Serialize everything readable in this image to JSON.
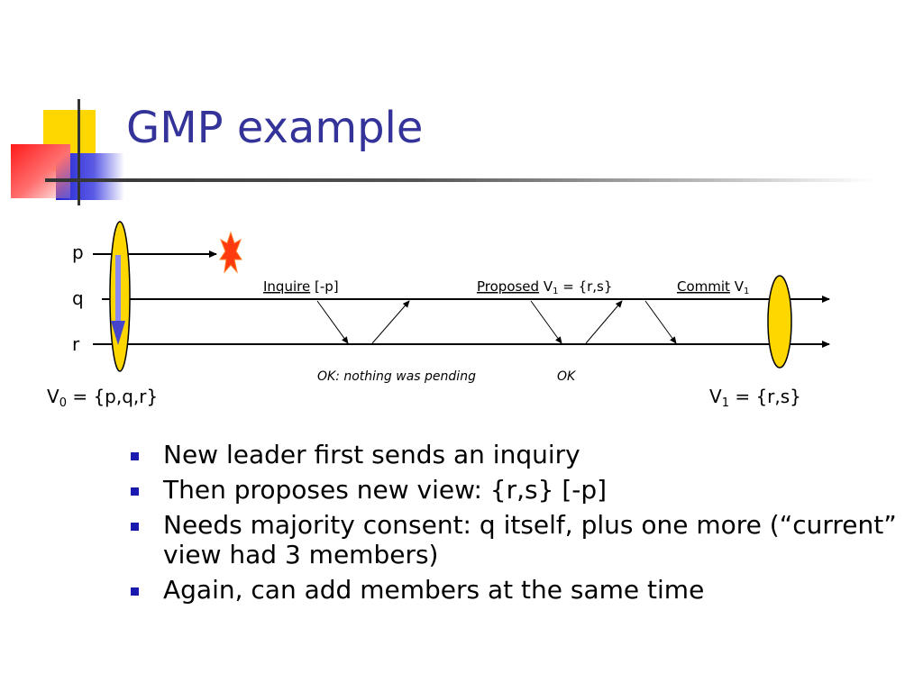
{
  "slide": {
    "title": "GMP example",
    "accent_colors": {
      "yellow": "#ffd700",
      "blue": "#2b2bd8",
      "red": "#ff2020",
      "title": "#333399"
    }
  },
  "diagram": {
    "processes": [
      "p",
      "q",
      "r"
    ],
    "messages": {
      "inquire": {
        "link": "Inquire",
        "rest": " [-p]"
      },
      "proposed": {
        "link": "Proposed",
        "rest_pre": " V",
        "sub": "1",
        "rest_post": " = {r,s}"
      },
      "commit": {
        "link": "Commit",
        "rest_pre": " V",
        "sub": "1"
      }
    },
    "replies": {
      "first": "OK: nothing was pending",
      "second": "OK"
    },
    "view0": {
      "pre": "V",
      "sub": "0",
      "post": " = {p,q,r}"
    },
    "view1": {
      "pre": "V",
      "sub": "1",
      "post": " = {r,s}"
    },
    "crash_icon": "explosion-icon"
  },
  "bullets": [
    "New leader first sends an inquiry",
    "Then proposes new view: {r,s} [-p]",
    "Needs majority consent: q itself, plus one more (“current” view had 3 members)",
    "Again, can add members at the same time"
  ]
}
